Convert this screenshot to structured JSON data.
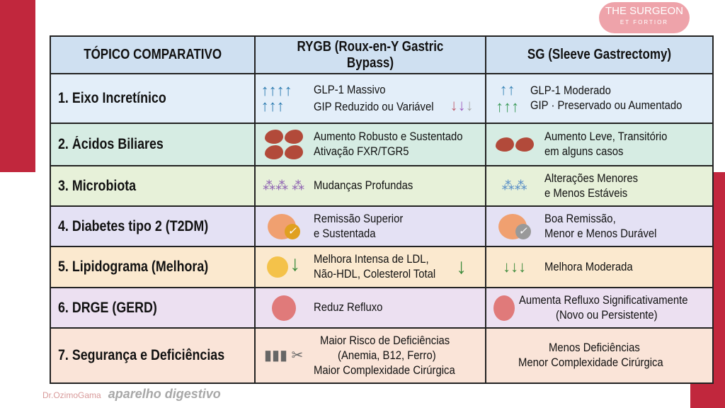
{
  "headers": [
    "TÓPICO COMPARATIVO",
    "RYGB (Roux-en-Y Gastric Bypass)",
    "SG (Sleeve Gastrectomy)"
  ],
  "rows": [
    {
      "topic": "1. Eixo Incretínico",
      "rygb": [
        "GLP-1 Massivo",
        "GIP Reduzido ou Variável"
      ],
      "sg": [
        "GLP-1 Moderado",
        "GIP · Preservado ou Aumentado"
      ]
    },
    {
      "topic": "2. Ácidos Biliares",
      "rygb": [
        "Aumento Robusto e Sustentado",
        "Ativação FXR/TGR5"
      ],
      "sg": [
        "Aumento Leve, Transitório",
        "em alguns casos"
      ]
    },
    {
      "topic": "3. Microbiota",
      "rygb": [
        "Mudanças Profundas"
      ],
      "sg": [
        "Alterações Menores",
        "e Menos Estáveis"
      ]
    },
    {
      "topic": "4. Diabetes tipo 2 (T2DM)",
      "rygb": [
        "Remissão Superior",
        "e Sustentada"
      ],
      "sg": [
        "Boa Remissão,",
        "Menor e Menos Durável"
      ]
    },
    {
      "topic": "5. Lipidograma (Melhora)",
      "rygb": [
        "Melhora Intensa de LDL,",
        "Não-HDL, Colesterol Total"
      ],
      "sg": [
        "Melhora Moderada"
      ]
    },
    {
      "topic": "6. DRGE (GERD)",
      "rygb": [
        "Reduz Refluxo"
      ],
      "sg": [
        "Aumenta Refluxo Significativamente",
        "(Novo ou Persistente)"
      ]
    },
    {
      "topic": "7. Segurança e Deficiências",
      "rygb": [
        "Maior Risco de Deficiências",
        "(Anemia, B12, Ferro)",
        "Maior Complexidade Cirúrgica"
      ],
      "sg": [
        "Menos Deficiências",
        "Menor Complexidade Cirúrgica"
      ]
    }
  ],
  "watermarks": {
    "stamp": "THE SURGEON",
    "stamp_sub": "ET FORTIOR",
    "logo_top": "Dr.OzimoGama",
    "logo_main": "aparelho digestivo"
  },
  "colors": {
    "accent_red": "#c1273d"
  }
}
